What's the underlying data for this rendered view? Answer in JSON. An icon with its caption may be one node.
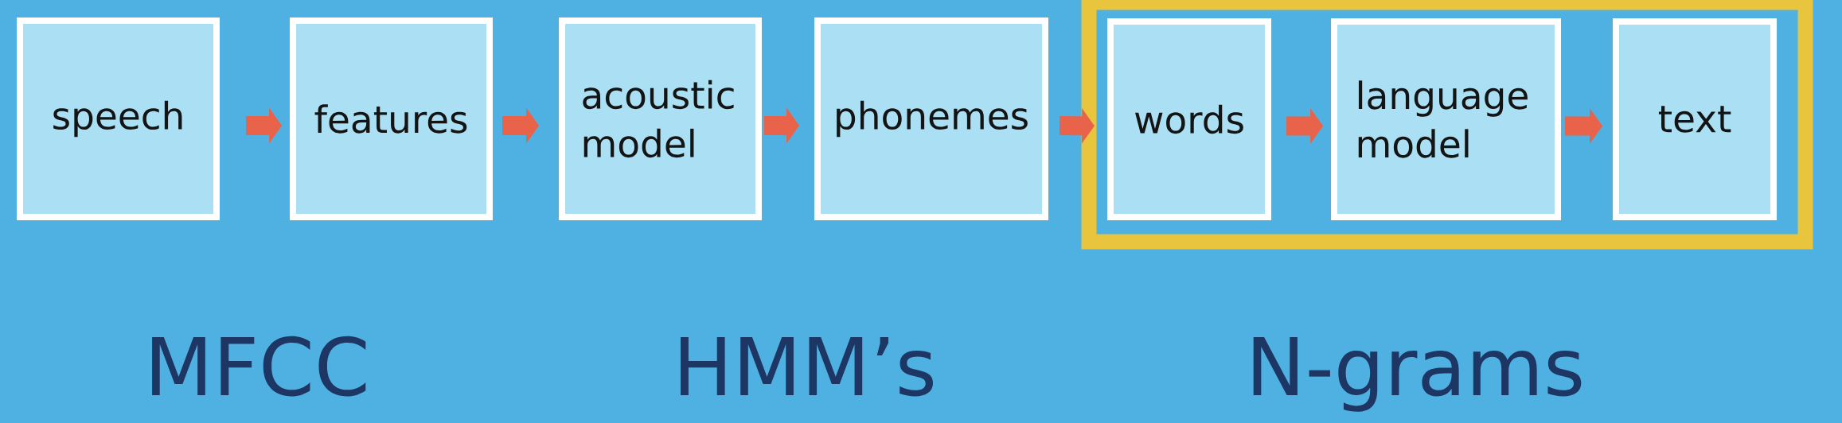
{
  "diagram": {
    "nodes": [
      {
        "text": [
          "speech"
        ]
      },
      {
        "text": [
          "features"
        ]
      },
      {
        "text": [
          "acoustic model"
        ]
      },
      {
        "text": [
          "phonemes"
        ]
      },
      {
        "text": [],
        "shape": "box"
      },
      {
        "text": [
          "words"
        ],
        "in": 4
      },
      {
        "text": [
          "language model"
        ],
        "in": 4
      },
      {
        "text": [
          "text"
        ],
        "in": 4
      }
    ],
    "edges": [
      {
        "from": 0,
        "to": 1,
        "arrow": "to"
      },
      {
        "from": 1,
        "to": 2,
        "arrow": "to"
      },
      {
        "from": 2,
        "to": 3,
        "arrow": "to"
      },
      {
        "from": 3,
        "to": 5,
        "arrow": "to"
      },
      {
        "from": 5,
        "to": 6,
        "arrow": "to"
      },
      {
        "from": 6,
        "to": 7,
        "arrow": "to"
      }
    ],
    "labels": [
      "MFCC",
      "HMM’s",
      "N-grams"
    ]
  }
}
